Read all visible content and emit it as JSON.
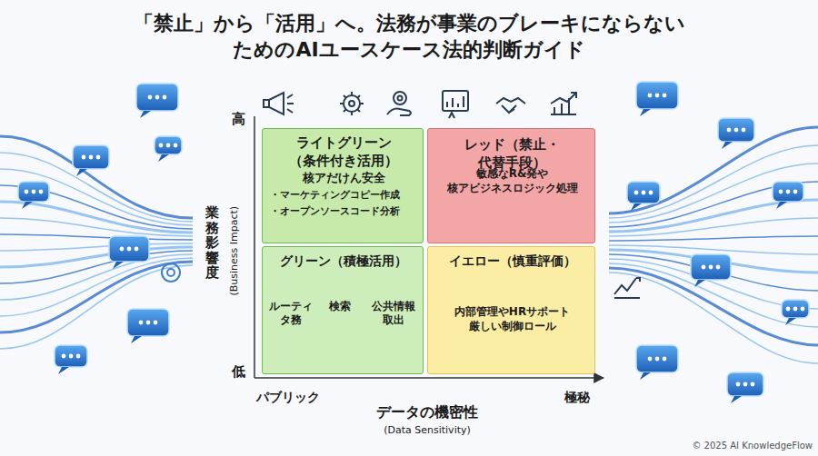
{
  "diagram": {
    "title": "「禁止」から「活用」へ。法務が事業のブレーキにならない ためのAIユースケース法的判断ガイド",
    "nodes": [
      {
        "text": [
          "ライトグリーン （条件付き活用）",
          "核アだけん安全",
          "・マーケティングコピー作成",
          "・オープンソースコード分析"
        ]
      },
      {
        "text": [
          "レッド（禁止・代替手段）",
          "敏感なR&発や 核アビジネスロジック処理"
        ]
      },
      {
        "text": [
          "グリーン（積極活用）",
          "ルーティ タ務",
          "検索",
          "公共情報 取出"
        ]
      },
      {
        "text": [
          "イエロー（慎重評価）",
          "内部管理やHRサポート 厳しい制御ロール"
        ]
      }
    ],
    "labels": [
      "高",
      "低",
      "業務影響度",
      "(Business Impact)",
      "パブリック",
      "データの機密性",
      "(Data Sensitivity)",
      "極秘",
      "© 2025 AI KnowledgeFlow"
    ]
  }
}
